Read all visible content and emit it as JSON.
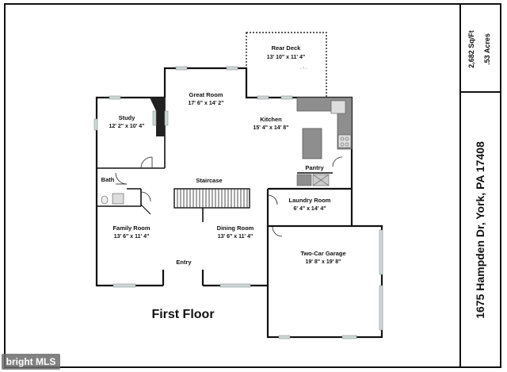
{
  "floor_title": "First Floor",
  "address": "1675 Hampden Dr, York, PA 17408",
  "stats": {
    "sqft": "2,682 Sq/Ft",
    "acres": ".53 Acres"
  },
  "rooms": {
    "rear_deck": {
      "name": "Rear Deck",
      "dims": "13' 10\" x 11' 4\""
    },
    "great_room": {
      "name": "Great Room",
      "dims": "17' 6\" x 14' 2\""
    },
    "study": {
      "name": "Study",
      "dims": "12' 2\" x 10' 4\""
    },
    "kitchen": {
      "name": "Kitchen",
      "dims": "15' 4\" x 14' 8\""
    },
    "staircase": {
      "name": "Staircase"
    },
    "bath": {
      "name": "Bath"
    },
    "pantry": {
      "name": "Pantry"
    },
    "laundry": {
      "name": "Laundry Room",
      "dims": "6' 4\" x 14' 4\""
    },
    "family_room": {
      "name": "Family Room",
      "dims": "13' 6\" x 11' 4\""
    },
    "dining_room": {
      "name": "Dining Room",
      "dims": "13' 6\" x 11' 4\""
    },
    "garage": {
      "name": "Two-Car Garage",
      "dims": "19' 8\" x 19' 8\""
    },
    "entry": {
      "name": "Entry"
    }
  },
  "watermark": "bright MLS"
}
